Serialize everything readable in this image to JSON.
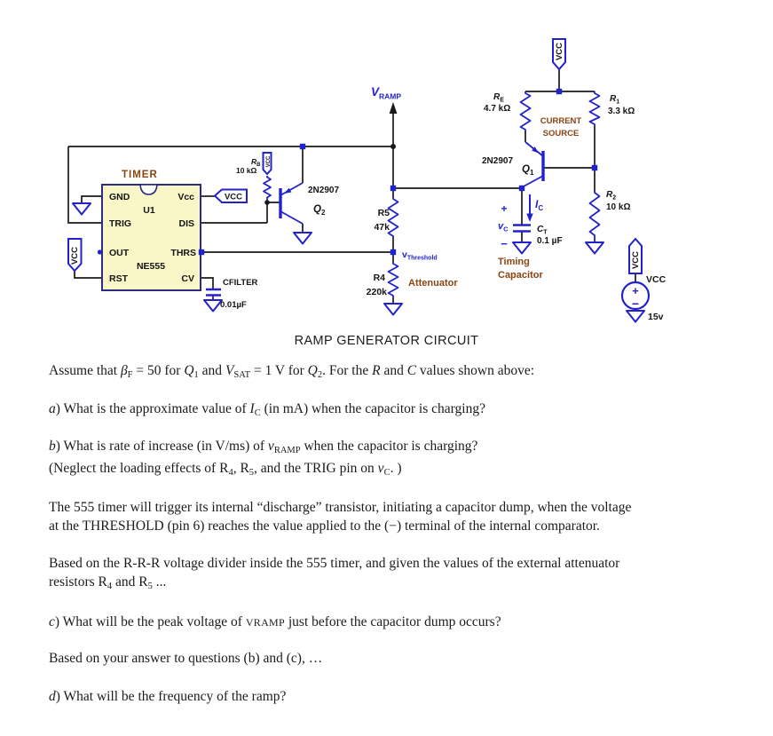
{
  "title": "RAMP GENERATOR CIRCUIT",
  "colors": {
    "blue": "#2222cc",
    "brown": "#8a4510",
    "wire": "#1a1a1a",
    "ic_fill": "#f9f6c8",
    "ic_border": "#2d2d7f"
  },
  "schematic": {
    "timer_title": "TIMER",
    "u1": "U1",
    "ne555": "NE555",
    "pin_gnd": "GND",
    "pin_trig": "TRIG",
    "pin_out": "OUT",
    "pin_rst": "RST",
    "pin_vcc": "Vcc",
    "pin_dis": "DIS",
    "pin_thrs": "THRS",
    "pin_cv": "CV",
    "vcc_flag": "VCC",
    "cfilter_name": "CFILTER",
    "cfilter_value": "0.01µF",
    "rb_name": "R",
    "rb_sub": "B",
    "rb_value": "10 kΩ",
    "q2_part": "2N2907",
    "q2_name": "Q",
    "q2_sub": "2",
    "vramp_name": "V",
    "vramp_sub": "RAMP",
    "r5_name": "R5",
    "r5_value": "47k",
    "vth_name": "v",
    "vth_sub": "Threshold",
    "r4_name": "R4",
    "r4_value": "220k",
    "attenuator": "Attenuator",
    "re_name": "R",
    "re_sub": "E",
    "re_value": "4.7 kΩ",
    "r1_name": "R",
    "r1_sub": "1",
    "r1_value": "3.3 kΩ",
    "r2_name": "R",
    "r2_sub": "2",
    "r2_value": "10 kΩ",
    "current_source_1": "CURRENT",
    "current_source_2": "SOURCE",
    "q1_part": "2N2907",
    "q1_name": "Q",
    "q1_sub": "1",
    "ic_name": "I",
    "ic_sub": "C",
    "plus": "+",
    "minus": "−",
    "vc_name": "v",
    "vc_sub": "C",
    "ct_name": "C",
    "ct_sub": "T",
    "ct_value": "0.1 µF",
    "timing_1": "Timing",
    "timing_2": "Capacitor",
    "supply_label": "VCC",
    "supply_value": "15v"
  },
  "questions": {
    "assume": [
      {
        "t": "Assume that ",
        "s": "n"
      },
      {
        "t": "β",
        "s": "i"
      },
      {
        "t": "F",
        "s": "sub"
      },
      {
        "t": " = 50 for ",
        "s": "n"
      },
      {
        "t": "Q",
        "s": "i"
      },
      {
        "t": "1",
        "s": "sub"
      },
      {
        "t": " and ",
        "s": "n"
      },
      {
        "t": "V",
        "s": "i"
      },
      {
        "t": "SAT",
        "s": "sub"
      },
      {
        "t": " = 1 V for ",
        "s": "n"
      },
      {
        "t": "Q",
        "s": "i"
      },
      {
        "t": "2",
        "s": "sub"
      },
      {
        "t": ". For the ",
        "s": "n"
      },
      {
        "t": "R",
        "s": "i"
      },
      {
        "t": " and ",
        "s": "n"
      },
      {
        "t": "C",
        "s": "i"
      },
      {
        "t": " values shown above:",
        "s": "n"
      }
    ],
    "q_a": [
      {
        "t": "a",
        "s": "i"
      },
      {
        "t": ") What is the approximate value of ",
        "s": "n"
      },
      {
        "t": "I",
        "s": "i"
      },
      {
        "t": "C",
        "s": "sub"
      },
      {
        "t": " (in mA) when the capacitor is charging?",
        "s": "n"
      }
    ],
    "q_b": [
      {
        "t": "b",
        "s": "i"
      },
      {
        "t": ") What is rate of increase (in V/ms) of ",
        "s": "n"
      },
      {
        "t": "v",
        "s": "i"
      },
      {
        "t": "RAMP",
        "s": "sub"
      },
      {
        "t": "  when the capacitor is charging?",
        "s": "n"
      },
      {
        "s": "br"
      },
      {
        "t": " (Neglect the loading effects of R",
        "s": "n"
      },
      {
        "t": "4",
        "s": "sub"
      },
      {
        "t": ", R",
        "s": "n"
      },
      {
        "t": "5",
        "s": "sub"
      },
      {
        "t": ", and the TRIG pin on ",
        "s": "n"
      },
      {
        "t": "v",
        "s": "i"
      },
      {
        "t": "C",
        "s": "sub"
      },
      {
        "t": ". )",
        "s": "n"
      }
    ],
    "p_555": [
      {
        "t": "The 555 timer will trigger its internal “discharge” transistor, initiating a capacitor dump, when the voltage",
        "s": "n"
      },
      {
        "s": "br"
      },
      {
        "t": "at the THRESHOLD (pin 6) reaches the value applied to the (−) terminal of the internal comparator.",
        "s": "n"
      }
    ],
    "p_divider": [
      {
        "t": "Based on the R-R-R voltage divider inside the 555 timer, and given the values of the external attenuator",
        "s": "n"
      },
      {
        "s": "br"
      },
      {
        "t": "resistors R",
        "s": "n"
      },
      {
        "t": "4",
        "s": "sub"
      },
      {
        "t": " and R",
        "s": "n"
      },
      {
        "t": "5",
        "s": "sub"
      },
      {
        "t": " ...",
        "s": "n"
      }
    ],
    "q_c": [
      {
        "t": "c",
        "s": "i"
      },
      {
        "t": ") What will be the peak voltage of ",
        "s": "n"
      },
      {
        "t": "VRAMP",
        "s": "sc"
      },
      {
        "t": " just before the capacitor dump occurs?",
        "s": "n"
      }
    ],
    "p_based": [
      {
        "t": "Based on your answer to questions (b) and (c), …",
        "s": "n"
      }
    ],
    "q_d": [
      {
        "t": "d",
        "s": "i"
      },
      {
        "t": ") What will be the frequency of the ramp?",
        "s": "n"
      }
    ]
  }
}
